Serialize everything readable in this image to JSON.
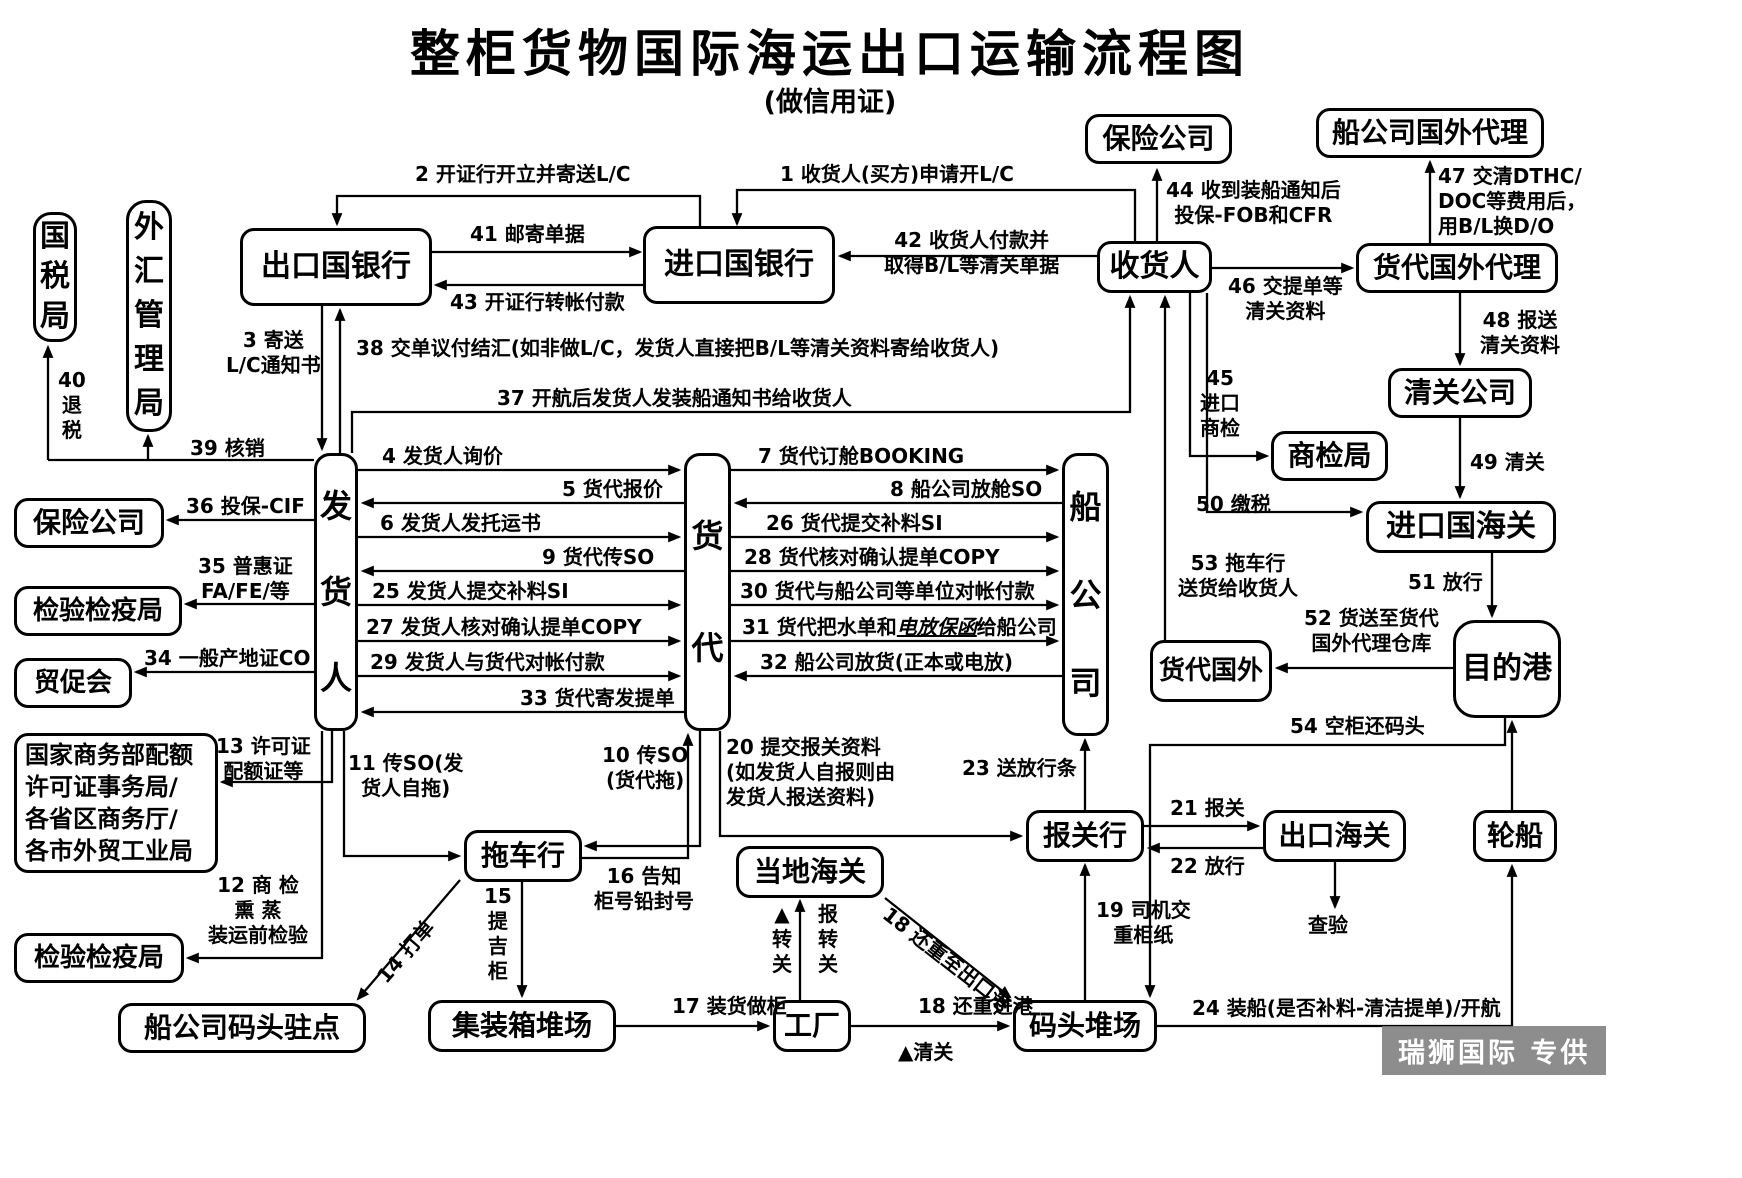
{
  "title": "整柜货物国际海运出口运输流程图",
  "subtitle": "(做信用证)",
  "watermark": "瑞狮国际 专供",
  "nodes": {
    "tax_bureau": "国\n税\n局",
    "forex_bureau": "外\n汇\n管\n理\n局",
    "export_bank": "出口国银行",
    "import_bank": "进口国银行",
    "insurance_top": "保险公司",
    "carrier_overseas_agent": "船公司国外代理",
    "consignee": "收货人",
    "forwarder_overseas_agent": "货代国外代理",
    "clearance_company": "清关公司",
    "commodity_inspection": "商检局",
    "import_customs": "进口国海关",
    "insurance_left": "保险公司",
    "ciq_left": "检验检疫局",
    "ccpit": "贸促会",
    "shipper": "发\n货\n人",
    "forwarder": "货\n代",
    "carrier": "船\n公\n司",
    "forwarder_overseas": "货代国外",
    "dest_port": "目的港",
    "mofcom": "国家商务部配额\n许可证事务局/\n各省区商务厅/\n各市外贸工业局",
    "ciq_bottom": "检验检疫局",
    "carrier_dock_office": "船公司码头驻点",
    "trucking": "拖车行",
    "container_yard": "集装箱堆场",
    "local_customs": "当地海关",
    "factory": "工厂",
    "terminal_yard": "码头堆场",
    "customs_broker": "报关行",
    "export_customs": "出口海关",
    "vessel": "轮船"
  },
  "labels": {
    "e1": "1 收货人(买方)申请开L/C",
    "e2": "2 开证行开立并寄送L/C",
    "e3": "3 寄送\nL/C通知书",
    "e4": "4 发货人询价",
    "e5": "5 货代报价",
    "e6": "6 发货人发托运书",
    "e7": "7 货代订舱BOOKING",
    "e8": "8 船公司放舱SO",
    "e9": "9 货代传SO",
    "e10": "10 传SO\n(货代拖)",
    "e11": "11 传SO(发\n货人自拖)",
    "e12": "12 商 检\n熏 蒸\n装运前检验",
    "e13": "13 许可证\n配额证等",
    "e14": "14 打单",
    "e15": "15\n提\n吉\n柜",
    "e16": "16 告知\n柜号铅封号",
    "e17": "17 装货做柜",
    "e18": "18 还重进港",
    "e18b": "18 还重至出口港",
    "e19": "19 司机交\n重柜纸",
    "e20": "20 提交报关资料\n(如发货人自报则由\n发货人报送资料)",
    "e21": "21 报关",
    "e22": "22 放行",
    "e23": "23 送放行条",
    "e24": "24 装船(是否补料-清洁提单)/开航",
    "e25": "25 发货人提交补料SI",
    "e26": "26 货代提交补料SI",
    "e27": "27 发货人核对确认提单COPY",
    "e28": "28 货代核对确认提单COPY",
    "e29": "29 发货人与货代对帐付款",
    "e30": "30 货代与船公司等单位对帐付款",
    "e32": "32 船公司放货(正本或电放)",
    "e33": "33 货代寄发提单",
    "e34": "34 一般产地证CO",
    "e35": "35 普惠证\nFA/FE/等",
    "e36": "36 投保-CIF",
    "e37": "37 开航后发货人发装船通知书给收货人",
    "e38": "38 交单议付结汇(如非做L/C，发货人直接把B/L等清关资料寄给收货人)",
    "e39": "39 核销",
    "e40": "40\n退\n税",
    "e41": "41 邮寄单据",
    "e42": "42 收货人付款并\n取得B/L等清关单据",
    "e43": "43 开证行转帐付款",
    "e44": "44 收到装船通知后\n投保-FOB和CFR",
    "e45": "45\n进口\n商检",
    "e46": "46 交提单等\n清关资料",
    "e47": "47 交清DTHC/\nDOC等费用后，\n用B/L换D/O",
    "e48": "48 报送\n清关资料",
    "e49": "49 清关",
    "e50": "50 缴税",
    "e51": "51 放行",
    "e52": "52 货送至货代\n国外代理仓库",
    "e53": "53 拖车行\n送货给收货人",
    "e54": "54 空柜还码头",
    "inspect": "查验",
    "transit_a": "▲\n转\n关",
    "transit_b": "报\n转\n关",
    "clear_note": "▲清关"
  },
  "label31": {
    "prefix": "31 货代把水单和",
    "highlight": "电放保函",
    "suffix": "给船公司"
  }
}
